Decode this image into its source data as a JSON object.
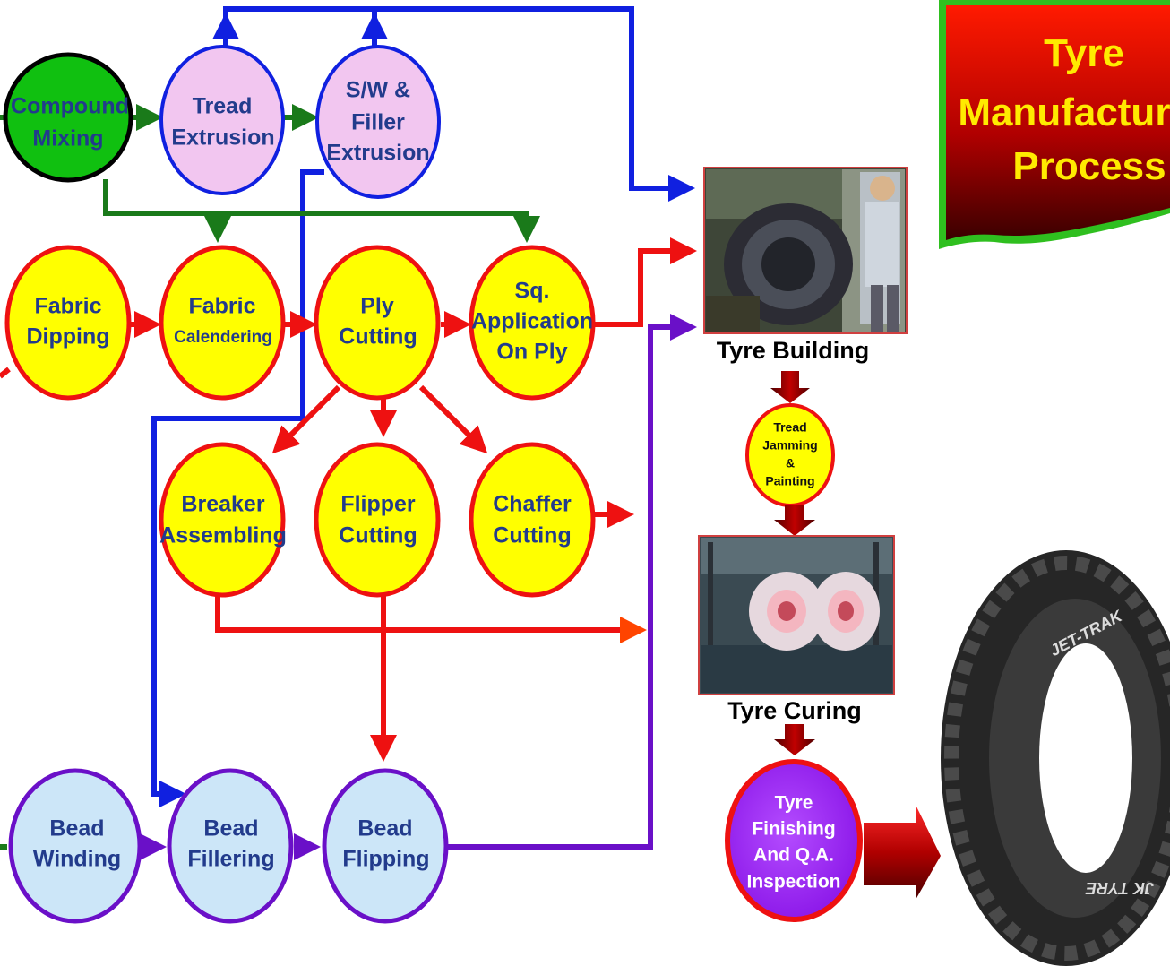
{
  "title": {
    "line1": "Tyre",
    "line2": "Manufacturi",
    "line3": "Process"
  },
  "nodes": {
    "compound_mixing": {
      "line1": "Compound",
      "line2": "Mixing"
    },
    "tread_extrusion": {
      "line1": "Tread",
      "line2": "Extrusion"
    },
    "sw_filler_extrusion": {
      "line1": "S/W &",
      "line2": "Filler",
      "line3": "Extrusion"
    },
    "fabric_dipping": {
      "line1": "Fabric",
      "line2": "Dipping"
    },
    "fabric_calendering": {
      "line1": "Fabric",
      "line2": "Calendering"
    },
    "ply_cutting": {
      "line1": "Ply",
      "line2": "Cutting"
    },
    "sq_application": {
      "line1": "Sq.",
      "line2": "Application",
      "line3": "On Ply"
    },
    "breaker_assembling": {
      "line1": "Breaker",
      "line2": "Assembling"
    },
    "flipper_cutting": {
      "line1": "Flipper",
      "line2": "Cutting"
    },
    "chaffer_cutting": {
      "line1": "Chaffer",
      "line2": "Cutting"
    },
    "bead_winding": {
      "line1": "Bead",
      "line2": "Winding"
    },
    "bead_fillering": {
      "line1": "Bead",
      "line2": "Fillering"
    },
    "bead_flipping": {
      "line1": "Bead",
      "line2": "Flipping"
    },
    "tread_jamming": {
      "line1": "Tread",
      "line2": "Jamming",
      "line3": "&",
      "line4": "Painting"
    },
    "tyre_finishing": {
      "line1": "Tyre",
      "line2": "Finishing",
      "line3": "And Q.A.",
      "line4": "Inspection"
    }
  },
  "captions": {
    "tyre_building": "Tyre Building",
    "tyre_curing": "Tyre Curing"
  },
  "tyre_brand": {
    "line1": "JET-TRAK",
    "line2": "JK TYRE"
  },
  "colors": {
    "green_flow": "#1a7a1a",
    "blue_flow": "#1020e0",
    "red_flow": "#ee1111",
    "purple_flow": "#6a10c8",
    "yellow_node": "#ffff00",
    "pink_node": "#f2c6f0",
    "lightblue_node": "#cce6f8",
    "green_node": "#10c010",
    "title_yellow": "#ffea00"
  }
}
